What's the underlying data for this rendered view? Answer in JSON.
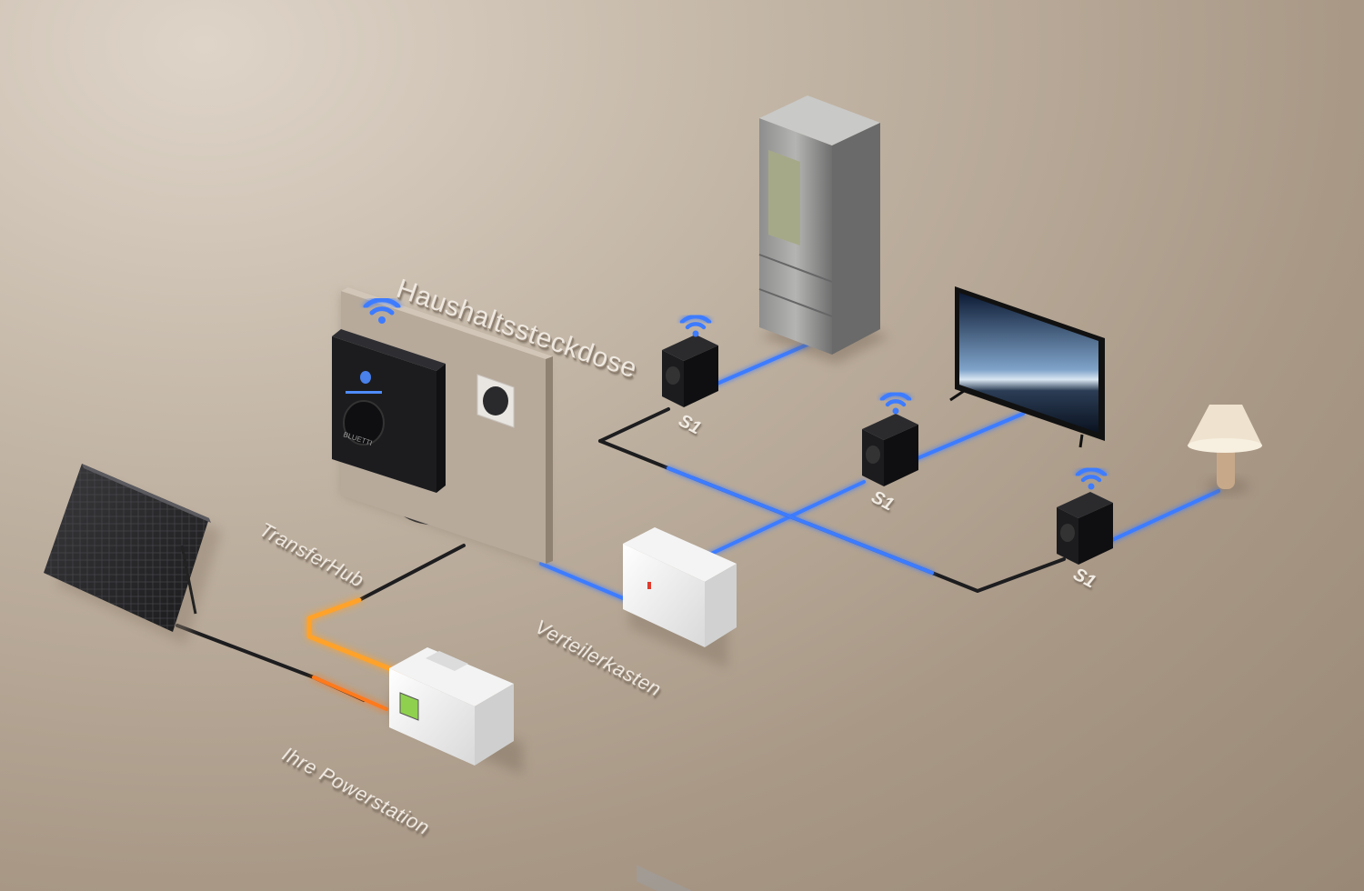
{
  "labels": {
    "household_outlet": "Haushaltssteckdose",
    "transfer_hub": "TransferHub",
    "distribution_box": "Verteilerkasten",
    "power_station": "Ihre Powerstation",
    "smart_plug_1": "S1",
    "smart_plug_2": "S1",
    "smart_plug_3": "S1"
  },
  "branding": {
    "hub_logo": "BLUETTI"
  },
  "colors": {
    "power_line_blue": "#3d7bff",
    "solar_line_orange": "#ffa22a",
    "cable_dark": "#1d1d1f"
  }
}
